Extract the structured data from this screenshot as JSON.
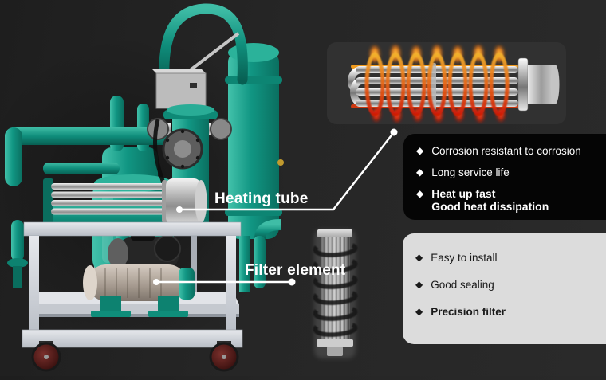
{
  "callouts": {
    "heating_tube": {
      "label": "Heating tube"
    },
    "filter_element": {
      "label": "Filter element"
    }
  },
  "bullet_glyph": "◆",
  "feature_boxes": {
    "dark_box": {
      "items": [
        {
          "line1": "Corrosion resistant to corrosion"
        },
        {
          "line1": "Long service life"
        },
        {
          "line1": "Heat up fast",
          "line2": "Good heat dissipation"
        }
      ]
    },
    "light_box": {
      "items": [
        {
          "line1": "Easy to install"
        },
        {
          "line1": "Good sealing"
        },
        {
          "line1": "Precision filter"
        }
      ]
    }
  },
  "colors": {
    "background": "#272727",
    "machine_teal": "#14a08c",
    "cart_gray": "#ccd0d6",
    "wheel_red": "#5d2422",
    "heater_coil": "#e65c14",
    "heater_panel_bg": "#313131",
    "dark_box_bg": "#050505",
    "light_box_bg": "#dcdcdc",
    "callout_line": "#ffffff"
  }
}
